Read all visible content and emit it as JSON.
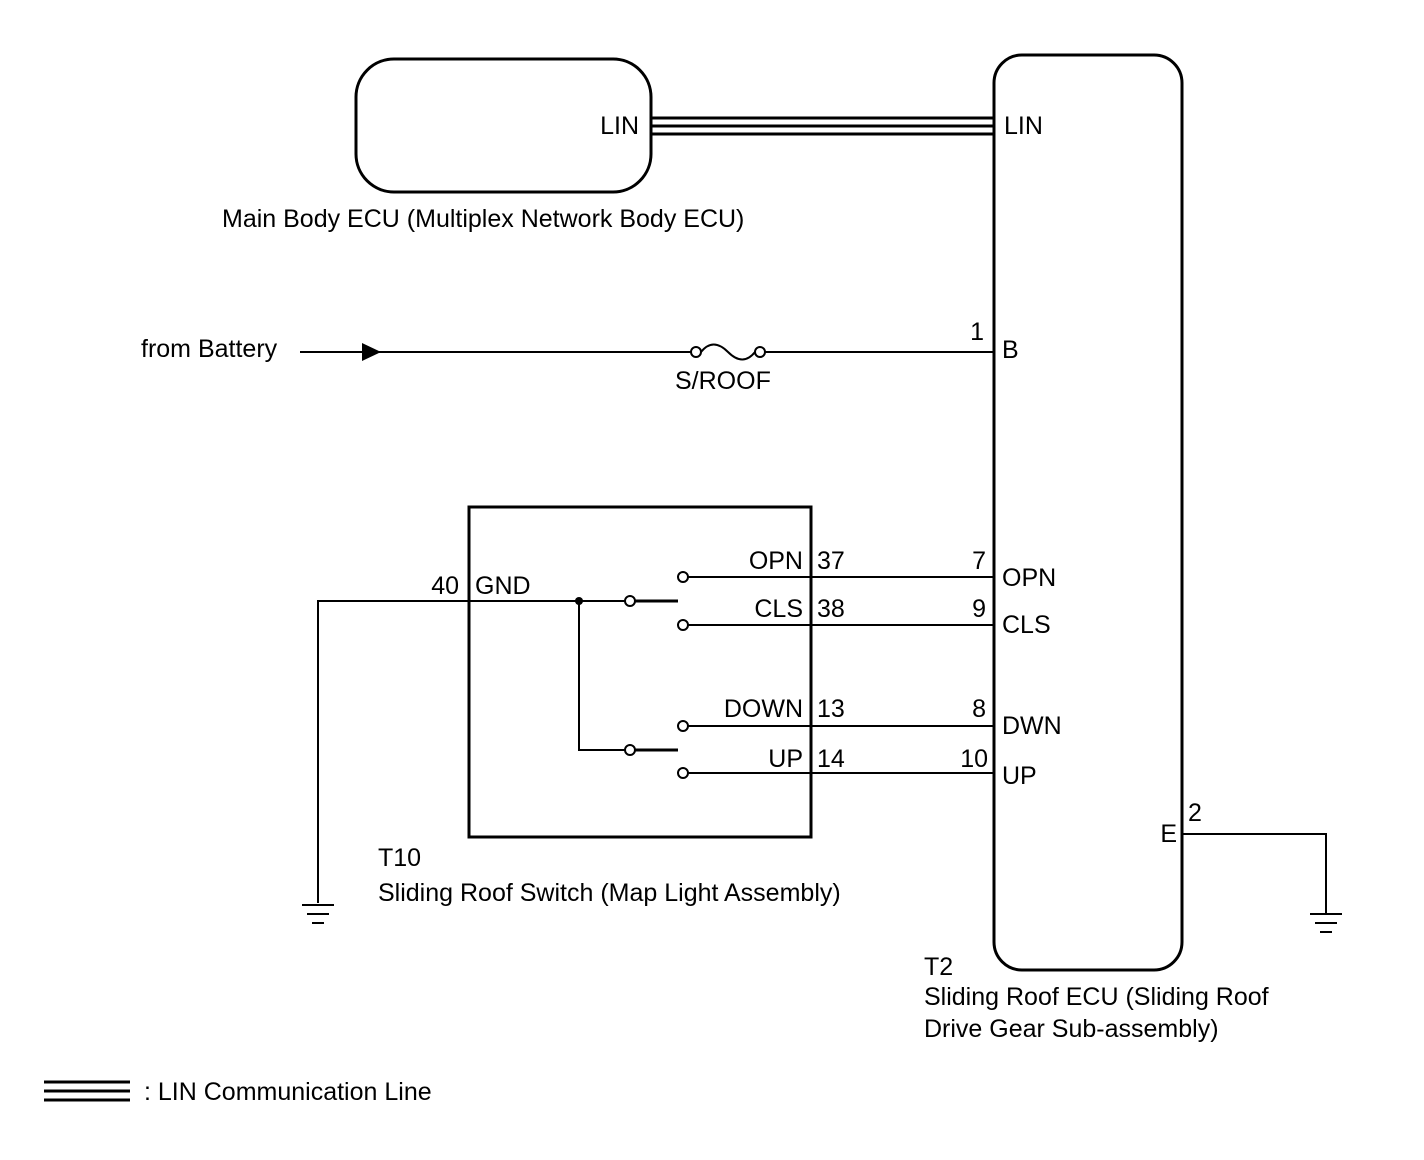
{
  "main_body_ecu": {
    "name": "Main Body ECU (Multiplex Network Body ECU)",
    "lin_terminal": "LIN"
  },
  "sliding_roof_ecu": {
    "connector": "T2",
    "name_line1": "Sliding Roof ECU (Sliding Roof",
    "name_line2": "Drive Gear Sub-assembly)",
    "terminals": {
      "lin": "LIN",
      "b": "B",
      "opn": "OPN",
      "cls": "CLS",
      "dwn": "DWN",
      "up": "UP",
      "e": "E"
    },
    "pins": {
      "b": "1",
      "opn": "7",
      "cls": "9",
      "dwn": "8",
      "up": "10",
      "e": "2"
    }
  },
  "battery": {
    "label": "from Battery"
  },
  "fuse": {
    "label": "S/ROOF"
  },
  "sliding_roof_switch": {
    "connector": "T10",
    "name": "Sliding Roof Switch (Map Light Assembly)",
    "terminals": {
      "gnd": "GND",
      "opn": "OPN",
      "cls": "CLS",
      "down": "DOWN",
      "up": "UP"
    },
    "pins": {
      "gnd": "40",
      "opn": "37",
      "cls": "38",
      "down": "13",
      "up": "14"
    }
  },
  "legend": {
    "label": ": LIN Communication Line"
  }
}
